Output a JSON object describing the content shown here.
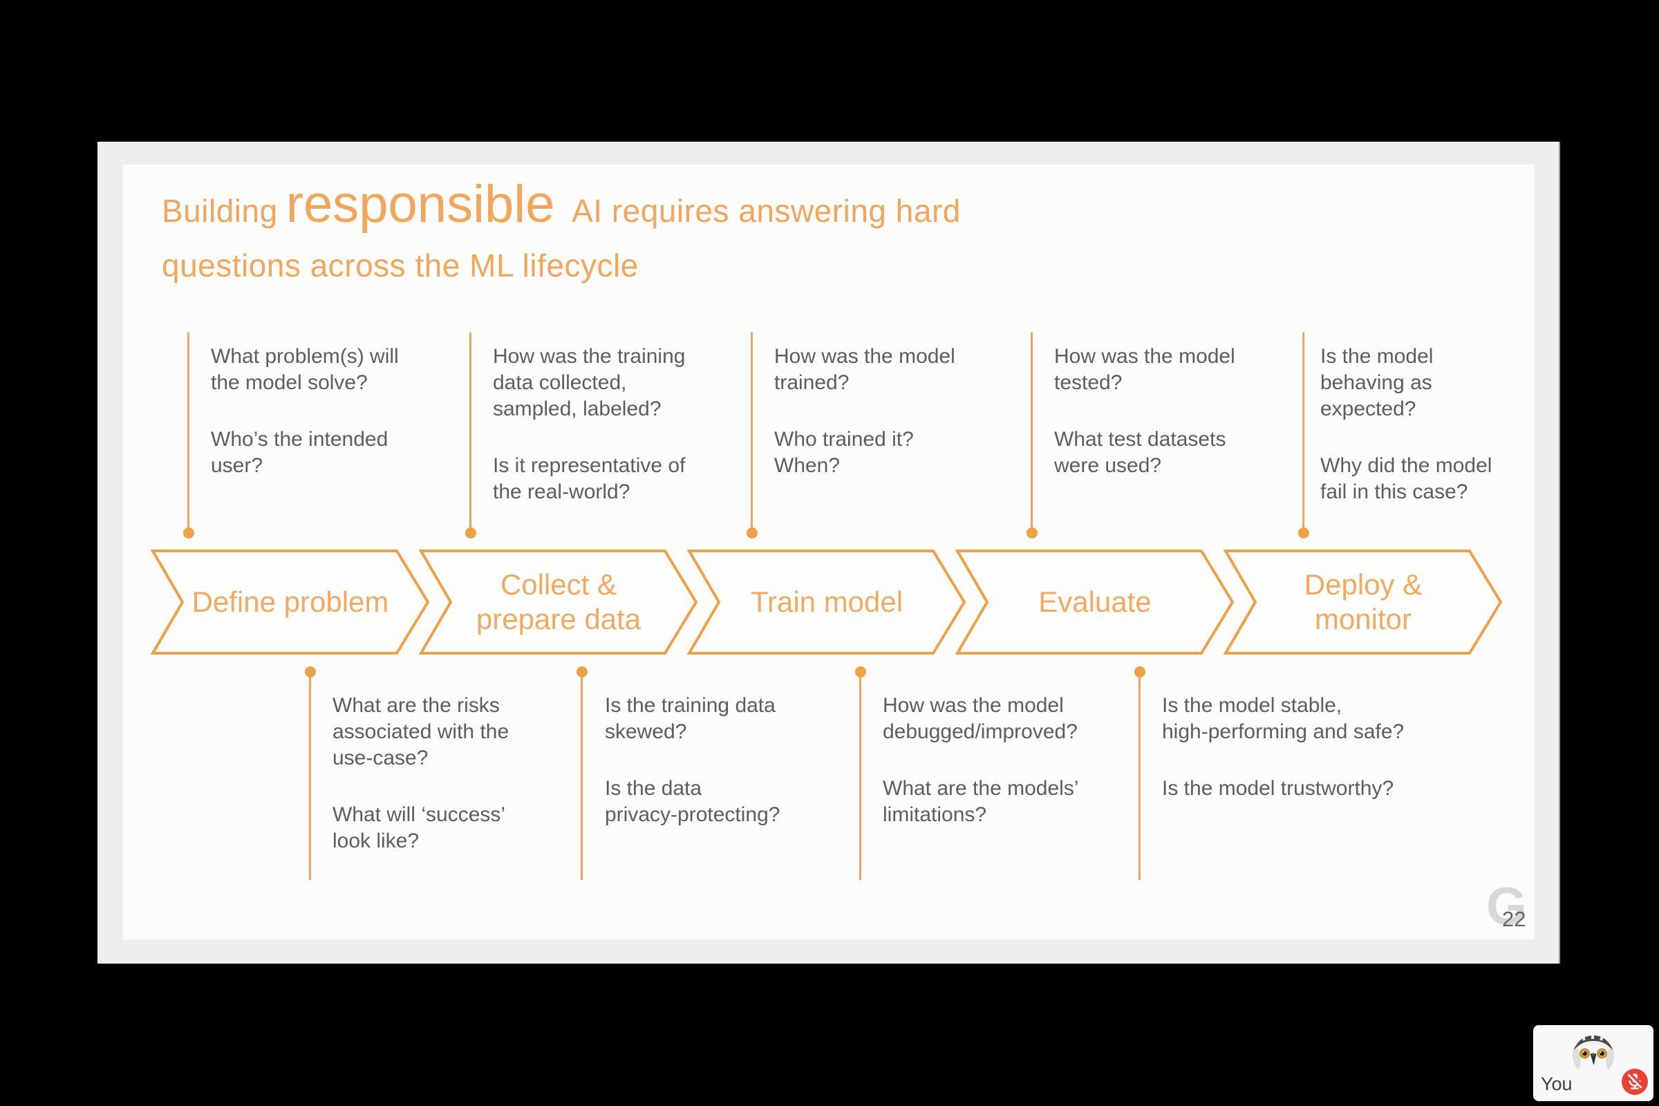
{
  "meet": {
    "self_view": {
      "label": "You",
      "mic_muted": true,
      "avatar": "snowy-owl-photo"
    }
  },
  "slide": {
    "page_number": "22",
    "watermark_letter": "G",
    "title": {
      "segment1": "Building",
      "emphasis": "responsible",
      "segment2": " AI requires answering hard",
      "line2": "questions across the ML lifecycle"
    },
    "stages": [
      {
        "label": "Define problem"
      },
      {
        "label": "Collect &\nprepare data"
      },
      {
        "label": "Train model"
      },
      {
        "label": "Evaluate"
      },
      {
        "label": "Deploy &\nmonitor"
      }
    ],
    "top_questions": [
      {
        "items": [
          "What problem(s) will\nthe model solve?",
          "Who’s the intended\nuser?"
        ]
      },
      {
        "items": [
          "How was the training\ndata collected,\nsampled, labeled?",
          "Is it representative of\nthe real-world?"
        ]
      },
      {
        "items": [
          "How was the model\ntrained?",
          "Who trained it?\nWhen?"
        ]
      },
      {
        "items": [
          "How was the model\ntested?",
          "What test datasets\nwere used?"
        ]
      },
      {
        "items": [
          "Is the model\nbehaving as\nexpected?",
          "Why did the model\nfail in this case?"
        ]
      }
    ],
    "bottom_questions": [
      {
        "items": [
          "What are the risks\nassociated with the\nuse-case?",
          "What will ‘success’\nlook like?"
        ]
      },
      {
        "items": [
          "Is the training data\nskewed?",
          "Is the data\nprivacy-protecting?"
        ]
      },
      {
        "items": [
          "How was the model\ndebugged/improved?",
          "What are the models’\nlimitations?"
        ]
      },
      {
        "items": [
          "Is the model stable,\nhigh-performing and safe?",
          "Is the model trustworthy?"
        ]
      }
    ]
  },
  "colors": {
    "accent_orange": "#F0A355",
    "question_gray": "#5A5E63",
    "mute_red": "#EA4335",
    "slide_bg": "#FCFCFB",
    "share_bg": "#F0EFEF"
  }
}
